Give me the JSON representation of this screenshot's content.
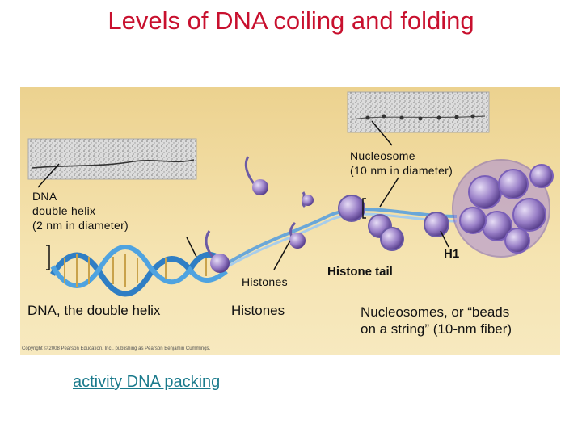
{
  "title": "Levels of DNA coiling and folding",
  "labels": {
    "nucleosome": "Nucleosome\n(10 nm in diameter)",
    "dna_helix": "DNA\ndouble helix\n(2 nm in diameter)",
    "h1": "H1",
    "histones_small": "Histones",
    "histone_tail": "Histone tail"
  },
  "captions": {
    "dna": "DNA, the double helix",
    "histones": "Histones",
    "nucleosomes": "Nucleosomes, or “beads\non a string” (10-nm fiber)"
  },
  "copyright": "Copyright © 2008 Pearson Education, Inc., publishing as Pearson Benjamin Cummings.",
  "link": "activity DNA packing",
  "colors": {
    "title": "#c8102e",
    "link": "#1a7a8c",
    "panel": "#f2dea4",
    "protein": "#8a6cc0"
  }
}
